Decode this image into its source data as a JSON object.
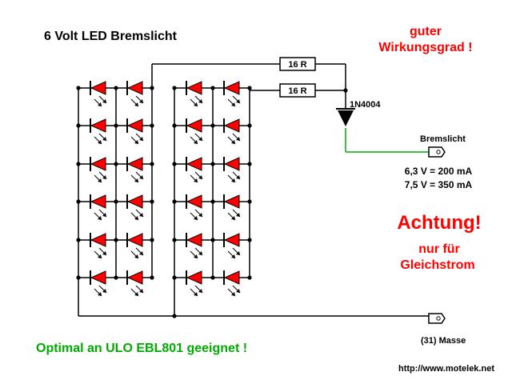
{
  "title": "6 Volt LED Bremslicht",
  "note_efficiency": [
    "guter",
    "Wirkungsgrad !"
  ],
  "resistor_top": "16  R",
  "resistor_bottom": "16  R",
  "diode_label": "1N4004",
  "terminal_brake": "Bremslicht",
  "spec_lines": [
    "6,3 V = 200 mA",
    "7,5 V = 350 mA"
  ],
  "warning": "Achtung!",
  "warning_sub": [
    "nur für",
    "Gleichstrom"
  ],
  "terminal_ground": "(31) Masse",
  "footer_note": "Optimal an ULO EBL801 geeignet !",
  "website": "http://www.motelek.net",
  "colors": {
    "led_fill": "#ff0000",
    "highlight_text": "#ff0000",
    "green_text": "#00aa00",
    "green_wire": "#00aa00",
    "wire": "#000000"
  }
}
